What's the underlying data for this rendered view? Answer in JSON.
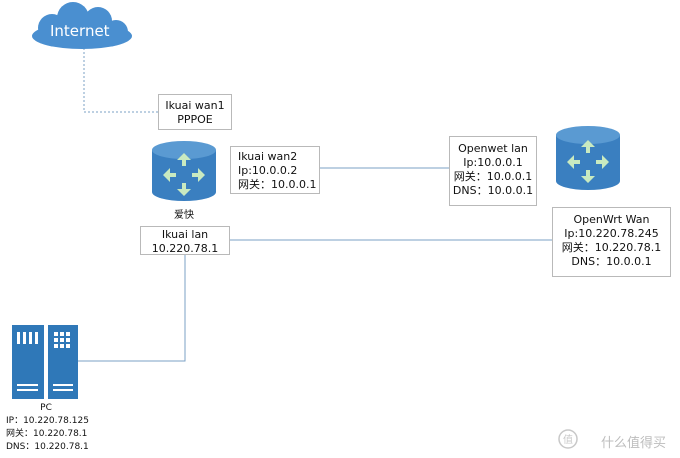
{
  "internet": {
    "label": "Internet"
  },
  "ikuai_wan1": {
    "line1": "Ikuai wan1",
    "line2": "PPPOE"
  },
  "ikuai_wan2": {
    "line1": "Ikuai wan2",
    "line2": "Ip:10.0.0.2",
    "line3": "网关：10.0.0.1"
  },
  "ikuai_router": {
    "label": "爱快"
  },
  "ikuai_lan": {
    "line1": "Ikuai lan",
    "line2": "10.220.78.1"
  },
  "openwrt_lan": {
    "line1": "Openwet lan",
    "line2": "Ip:10.0.0.1",
    "line3": "网关：10.0.0.1",
    "line4": "DNS：10.0.0.1"
  },
  "openwrt_wan": {
    "line1": "OpenWrt Wan",
    "line2": "Ip:10.220.78.245",
    "line3": "网关：10.220.78.1",
    "line4": "DNS：10.0.0.1"
  },
  "pc": {
    "title": "PC",
    "ip": "IP：10.220.78.125",
    "gateway": "网关：10.220.78.1",
    "dns": "DNS：10.220.78.1"
  },
  "watermark": {
    "text": "什么值得买"
  },
  "colors": {
    "cloud": "#4a8fd0",
    "router_top": "#3e88c8",
    "router_body": "#3a7fc0",
    "arrow": "#c9eac0",
    "link": "#7ba1c6",
    "pc": "#2f78b8"
  }
}
